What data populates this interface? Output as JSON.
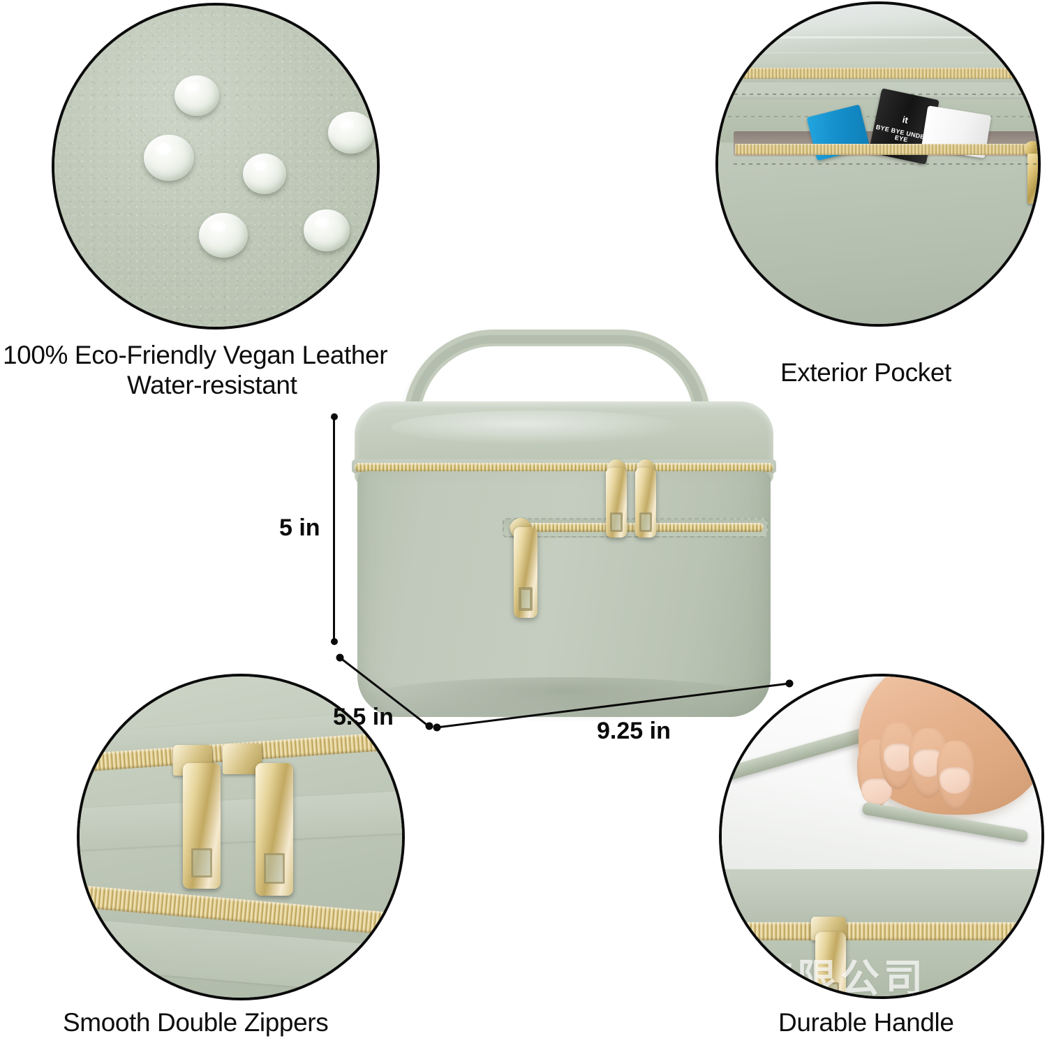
{
  "product": {
    "name": "Sage green vegan leather travel makeup bag",
    "body_color": "#bcc6b5",
    "accent_gold": "#d9c488",
    "outline_color": "#0b0b0b"
  },
  "callouts": [
    {
      "id": "leather",
      "icon": "water-droplets-icon",
      "caption_line1": "100% Eco-Friendly Vegan Leather",
      "caption_line2": "Water-resistant",
      "surface_color": "#c3ccbd",
      "droplet_count": 6
    },
    {
      "id": "pocket",
      "icon": "zipper-pocket-icon",
      "caption_line1": "Exterior Pocket",
      "caption_line2": "",
      "items": [
        {
          "name": "blue-cosmetic-tube",
          "color": "#1590cc",
          "label": ""
        },
        {
          "name": "black-cosmetic-tube",
          "color": "#1b1b1b",
          "brand": "it",
          "label": "BYE BYE UNDER EYE"
        },
        {
          "name": "white-cosmetic-tube",
          "color": "#f5f5f5",
          "label": ""
        }
      ]
    },
    {
      "id": "zippers",
      "icon": "double-zipper-icon",
      "caption_line1": "Smooth Double Zippers",
      "caption_line2": "",
      "puller_count": 2
    },
    {
      "id": "handle",
      "icon": "hand-holding-handle-icon",
      "caption_line1": "Durable Handle",
      "caption_line2": "",
      "watermark": "有限公司"
    }
  ],
  "dimensions": {
    "height": "5 in",
    "depth": "5.5 in",
    "width": "9.25 in",
    "unit": "in"
  }
}
